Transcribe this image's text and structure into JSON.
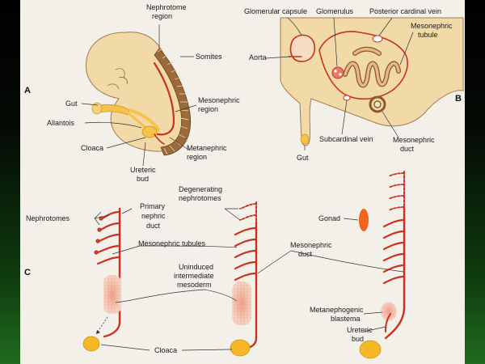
{
  "panels": {
    "a": "A",
    "b": "B",
    "c": "C"
  },
  "labels_a": {
    "nephrotome_region": [
      "Nephrotome",
      "region"
    ],
    "somites": "Somites",
    "gut": "Gut",
    "allantois": "Allantois",
    "mesonephric_region": [
      "Mesonephric",
      "region"
    ],
    "cloaca": "Cloaca",
    "metanephric_region": [
      "Metanephric",
      "region"
    ],
    "ureteric_bud": [
      "Ureteric",
      "bud"
    ]
  },
  "labels_b": {
    "glomerular_capsule": "Glomerular capsule",
    "glomerulus": "Glomerulus",
    "posterior_cardinal_vein": "Posterior cardinal vein",
    "aorta": "Aorta",
    "mesonephric_tubule": [
      "Mesonephric",
      "tubule"
    ],
    "gut": "Gut",
    "subcardinal_vein": "Subcardinal vein",
    "mesonephric_duct": [
      "Mesonephric",
      "duct"
    ]
  },
  "labels_c": {
    "nephrotomes": "Nephrotomes",
    "primary_nephric_duct": [
      "Primary",
      "nephric",
      "duct"
    ],
    "degenerating_nephrotomes": [
      "Degenerating",
      "nephrotomes"
    ],
    "gonad": "Gonad",
    "mesonephric_tubules": "Mesonephric tubules",
    "mesonephric_duct": [
      "Mesonephric",
      "duct"
    ],
    "uninduced_intermediate_mesoderm": [
      "Uninduced",
      "intermediate",
      "mesoderm"
    ],
    "metanephogenic_blastema": [
      "Metanephogenic",
      "blastema"
    ],
    "ureteric_bud": [
      "Ureteric",
      "bud"
    ],
    "cloaca": "Cloaca"
  },
  "colors": {
    "duct_red": "#c8321e",
    "embryo_tan": "#f2d9a8",
    "gut_yellow": "#f6c24a",
    "cloaca_yellow": "#f4b824",
    "gonad_orange": "#f0641e",
    "mesoderm_pink": "#f0b8a4"
  }
}
